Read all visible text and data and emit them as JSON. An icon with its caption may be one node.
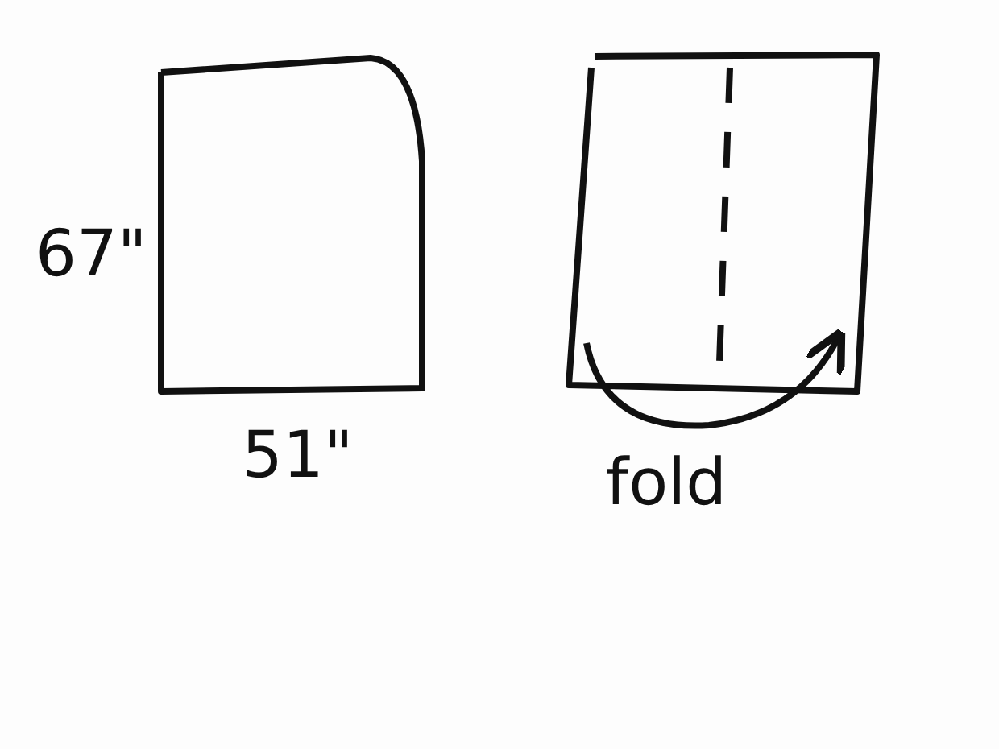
{
  "diagram": {
    "nodes": [
      {
        "text": [],
        "shape": "box"
      },
      {
        "text": [],
        "shape": "box"
      }
    ],
    "labels": [
      "67\"",
      "51\"",
      "fold"
    ]
  }
}
